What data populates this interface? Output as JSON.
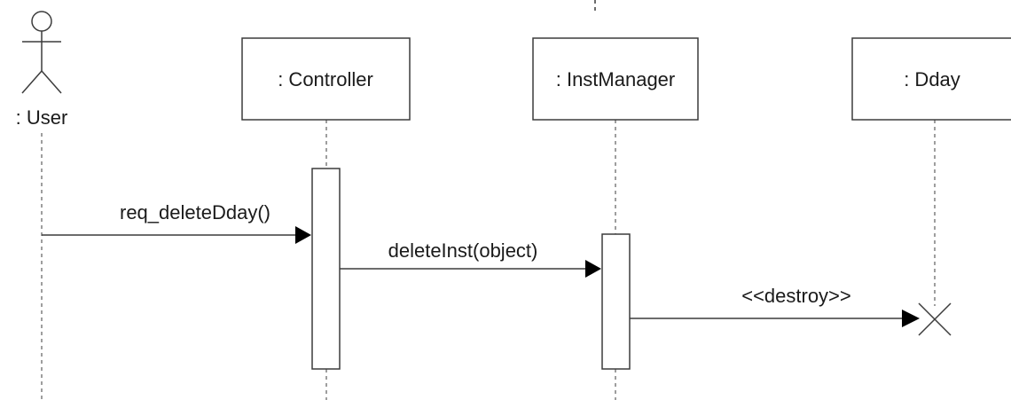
{
  "actor": {
    "label": ": User"
  },
  "participants": [
    {
      "id": "controller",
      "label": ": Controller"
    },
    {
      "id": "instmanager",
      "label": ": InstManager"
    },
    {
      "id": "dday",
      "label": ": Dday"
    }
  ],
  "messages": [
    {
      "id": "msg1",
      "label": "req_deleteDday()",
      "from": "user",
      "to": "controller"
    },
    {
      "id": "msg2",
      "label": "deleteInst(object)",
      "from": "controller",
      "to": "instmanager"
    },
    {
      "id": "msg3",
      "label": "<<destroy>>",
      "from": "instmanager",
      "to": "dday"
    }
  ],
  "colors": {
    "line": "#3c3c3c",
    "text": "#1a1a1a",
    "background": "#ffffff"
  }
}
